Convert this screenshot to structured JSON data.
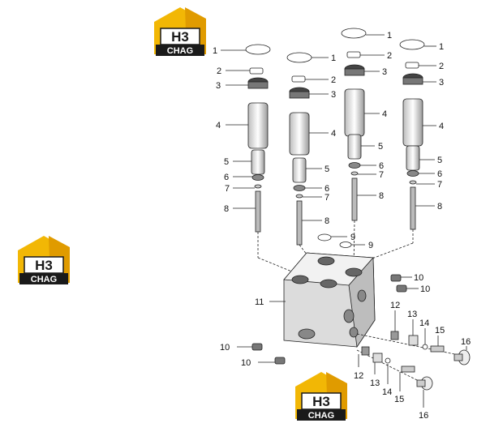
{
  "logo": {
    "top_text": "H3",
    "bottom_text": "CHAG",
    "colors": {
      "yellow": "#f2b705",
      "black": "#1a1a1a",
      "white": "#ffffff"
    }
  },
  "callouts": {
    "n1": "1",
    "n2": "2",
    "n3": "3",
    "n4": "4",
    "n5": "5",
    "n6": "6",
    "n7": "7",
    "n8": "8",
    "n9": "9",
    "n10": "10",
    "n11": "11",
    "n12": "12",
    "n13": "13",
    "n14": "14",
    "n15": "15",
    "n16": "16"
  },
  "colors": {
    "line": "#222222",
    "part_fill": "#e8e8e8",
    "dark_fill": "#555555"
  }
}
